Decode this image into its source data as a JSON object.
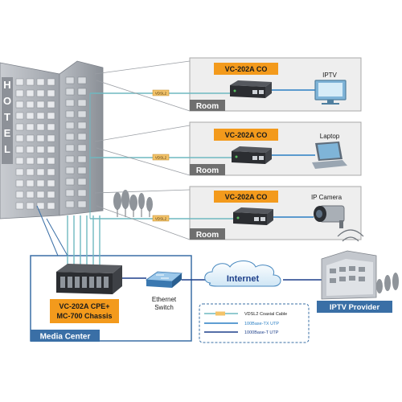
{
  "hotel": {
    "sign": "HOTEL"
  },
  "rooms": [
    {
      "device_label": "VC-202A CO",
      "room_label": "Room",
      "endpoint_label": "IPTV",
      "endpoint_icon": "tv-icon"
    },
    {
      "device_label": "VC-202A CO",
      "room_label": "Room",
      "endpoint_label": "Laptop",
      "endpoint_icon": "laptop-icon"
    },
    {
      "device_label": "VC-202A CO",
      "room_label": "Room",
      "endpoint_label": "IP Camera",
      "endpoint_icon": "ip-camera-icon"
    }
  ],
  "cable_tag": "VDSL2",
  "media_center": {
    "title": "Media Center",
    "chassis_label_line1": "VC-202A CPE+",
    "chassis_label_line2": "MC-700 Chassis",
    "switch_label_line1": "Ethernet",
    "switch_label_line2": "Switch"
  },
  "internet_label": "Internet",
  "provider_label": "IPTV Provider",
  "legend": [
    {
      "label": "VDSL2 Coaxial Cable",
      "color": "#6fb8c0"
    },
    {
      "label": "100Base-TX UTP",
      "color": "#2a7fc4"
    },
    {
      "label": "1000Base-T UTP",
      "color": "#1d3f8a"
    }
  ],
  "colors": {
    "coax": "#6fb8c0",
    "utp100": "#2a7fc4",
    "utp1000": "#1d3f8a",
    "device_label_bg": "#f39a1c",
    "room_tag_bg": "#6f6f6f",
    "panel_bg": "#eeeeee",
    "media_tag_bg": "#3a6fa6"
  }
}
